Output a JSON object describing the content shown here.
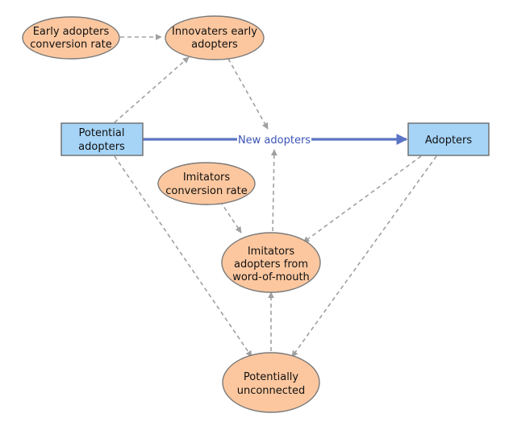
{
  "colors": {
    "ellipse_fill": "#fcc79f",
    "ellipse_stroke": "#7a7a7a",
    "stock_fill": "#a6d4f7",
    "stock_stroke": "#6b6b6b",
    "flow": "#5b74c5",
    "link": "#a0a0a0",
    "background": "#ffffff"
  },
  "nodes": {
    "early_rate": {
      "line1": "Early adopters",
      "line2": "conversion rate"
    },
    "innovators": {
      "line1": "Innovaters early",
      "line2": "adopters"
    },
    "potential": {
      "line1": "Potential",
      "line2": "adopters"
    },
    "adopters": {
      "line1": "Adopters"
    },
    "imitators_rate": {
      "line1": "Imitators",
      "line2": "conversion rate"
    },
    "imitators_adopters": {
      "line1": "Imitators",
      "line2": "adopters from",
      "line3": "word-of-mouth"
    },
    "unconnected": {
      "line1": "Potentially",
      "line2": "unconnected"
    }
  },
  "flow": {
    "label": "New adopters"
  },
  "links": [
    {
      "from": "early_rate",
      "to": "innovators"
    },
    {
      "from": "potential",
      "to": "innovators"
    },
    {
      "from": "innovators",
      "to": "flow"
    },
    {
      "from": "imitators_adopters",
      "to": "flow"
    },
    {
      "from": "imitators_rate",
      "to": "imitators_adopters"
    },
    {
      "from": "adopters",
      "to": "imitators_adopters"
    },
    {
      "from": "adopters",
      "to": "unconnected"
    },
    {
      "from": "potential",
      "to": "unconnected"
    },
    {
      "from": "unconnected",
      "to": "imitators_adopters"
    }
  ]
}
